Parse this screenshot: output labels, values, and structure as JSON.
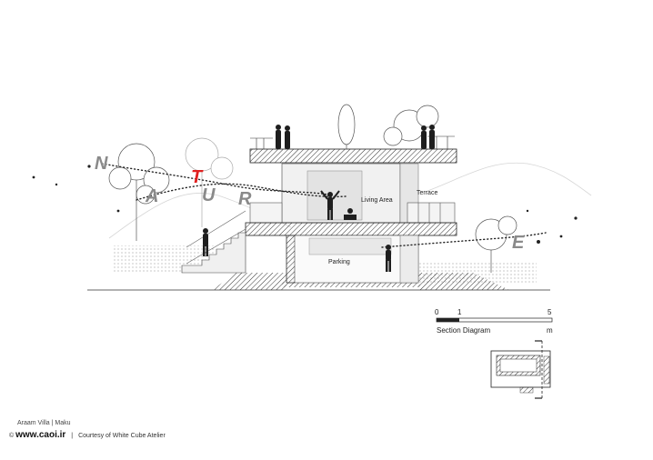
{
  "labels": {
    "living_area": "Living Area",
    "terrace": "Terrace",
    "parking": "Parking"
  },
  "letters": [
    "N",
    "A",
    "T",
    "U",
    "R",
    "E"
  ],
  "colors": {
    "accent": "#e1201f",
    "ink": "#222222",
    "letters": "#8a8a8a"
  },
  "scale": {
    "ticks": [
      "0",
      "1",
      "5"
    ],
    "unit": "m",
    "title": "Section Diagram"
  },
  "footer": {
    "project": "Araam Villa | Maku",
    "copyright": "©",
    "site": "www.caoi.ir",
    "separator": "|",
    "courtesy": "Courtesy of White Cube Atelier"
  }
}
